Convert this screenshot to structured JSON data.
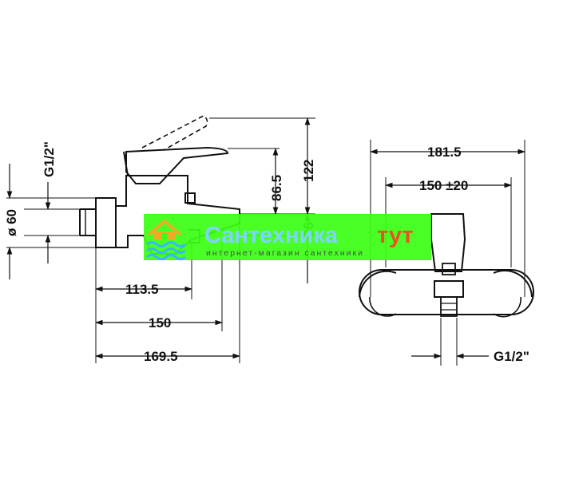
{
  "drawing": {
    "dimensions": {
      "thread_left": "G1/2\"",
      "diameter": "ø 60",
      "height_86": "86.5",
      "height_122": "122",
      "height_36": "36",
      "len_113": "113.5",
      "len_150": "150",
      "len_169": "169.5",
      "width_181": "181.5",
      "width_150_tol": "150 ±20",
      "thread_bottom": "G1/2\""
    }
  },
  "watermark": {
    "title": "Сантехника",
    "title_tail": "тут",
    "subtitle": "интернет-магазин сантехники",
    "colors": {
      "band": "#39ff14",
      "title": "#7fd3ff",
      "accent": "#e8531f"
    }
  }
}
